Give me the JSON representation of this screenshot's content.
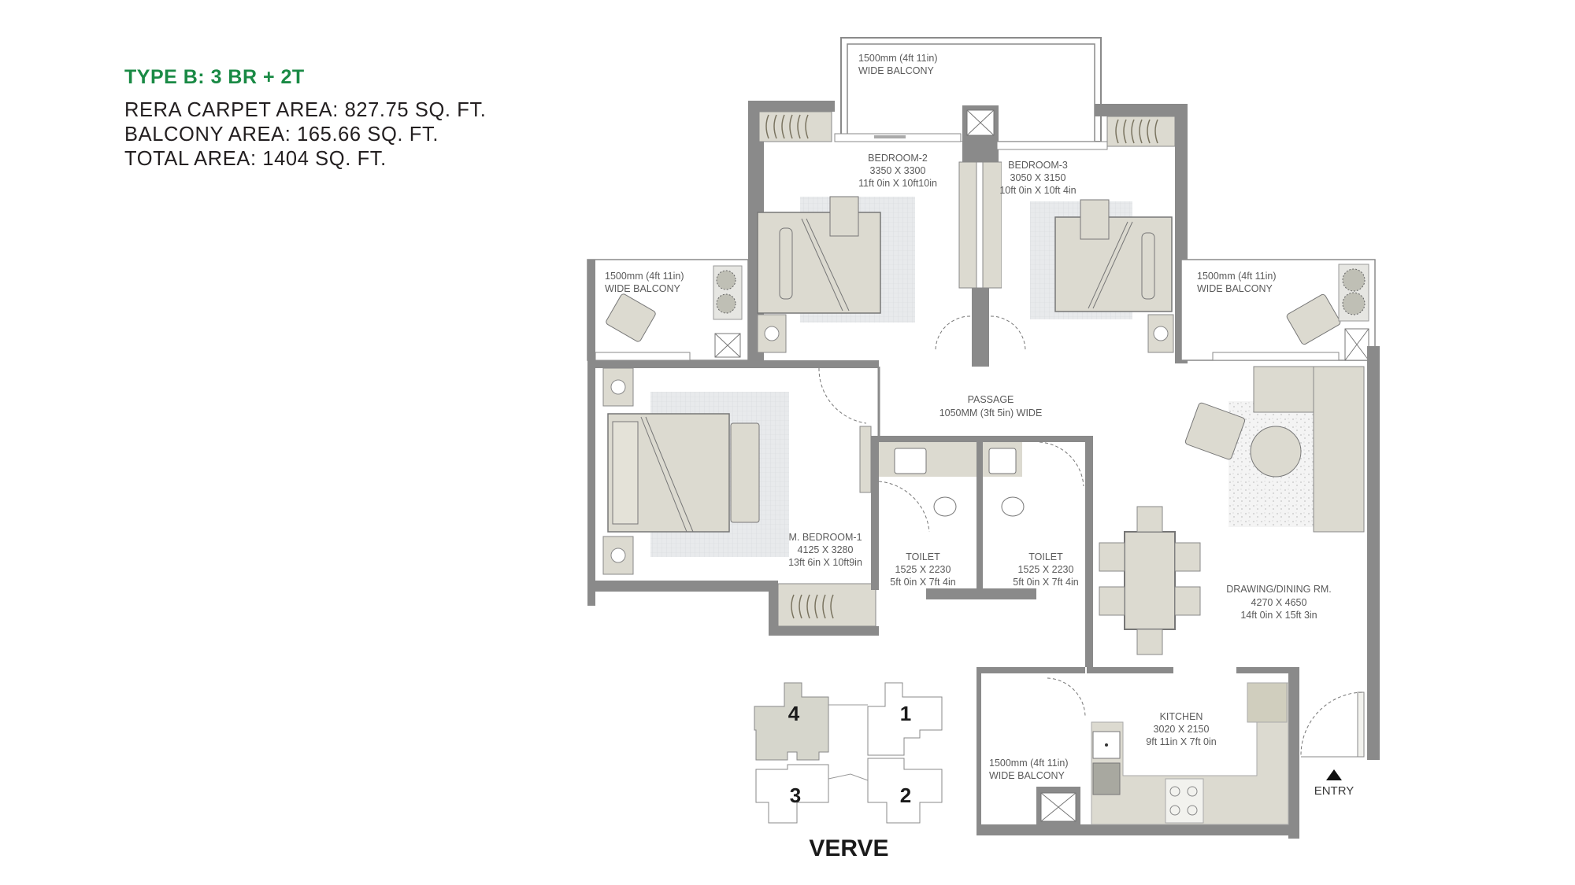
{
  "unit_info": {
    "type_label": "TYPE B: 3 BR + 2T",
    "rera_carpet_area": "RERA CARPET AREA: 827.75 SQ. FT.",
    "balcony_area": "BALCONY AREA: 165.66 SQ. FT.",
    "total_area": "TOTAL AREA: 1404 SQ. FT."
  },
  "colors": {
    "accent_green": "#1a8a45",
    "wall": "#8a8a8a",
    "furniture": "#dcdad0",
    "rug": "#e6e8ea"
  },
  "rooms": {
    "balcony_top": {
      "line1": "1500mm (4ft 11in)",
      "line2": "WIDE BALCONY"
    },
    "bedroom2": {
      "name": "BEDROOM-2",
      "mm": "3350 X 3300",
      "ft": "11ft 0in X 10ft10in"
    },
    "bedroom3": {
      "name": "BEDROOM-3",
      "mm": "3050 X 3150",
      "ft": "10ft 0in X 10ft 4in"
    },
    "balcony_left": {
      "line1": "1500mm (4ft 11in)",
      "line2": "WIDE BALCONY"
    },
    "balcony_right": {
      "line1": "1500mm (4ft 11in)",
      "line2": "WIDE BALCONY"
    },
    "passage": {
      "name": "PASSAGE",
      "width": "1050MM (3ft 5in) WIDE"
    },
    "master_bedroom": {
      "name": "M. BEDROOM-1",
      "mm": "4125 X 3280",
      "ft": "13ft 6in X 10ft9in"
    },
    "toilet1": {
      "name": "TOILET",
      "mm": "1525 X 2230",
      "ft": "5ft 0in X 7ft 4in"
    },
    "toilet2": {
      "name": "TOILET",
      "mm": "1525 X 2230",
      "ft": "5ft 0in X 7ft 4in"
    },
    "drawing_dining": {
      "name": "DRAWING/DINING RM.",
      "mm": "4270 X 4650",
      "ft": "14ft 0in X 15ft 3in"
    },
    "kitchen": {
      "name": "KITCHEN",
      "mm": "3020 X 2150",
      "ft": "9ft 11in X 7ft 0in"
    },
    "balcony_kitchen": {
      "line1": "1500mm (4ft 11in)",
      "line2": "WIDE BALCONY"
    }
  },
  "entry_label": "ENTRY",
  "key_plan": {
    "towers": [
      "4",
      "1",
      "3",
      "2"
    ],
    "highlighted": "4",
    "name": "VERVE"
  }
}
